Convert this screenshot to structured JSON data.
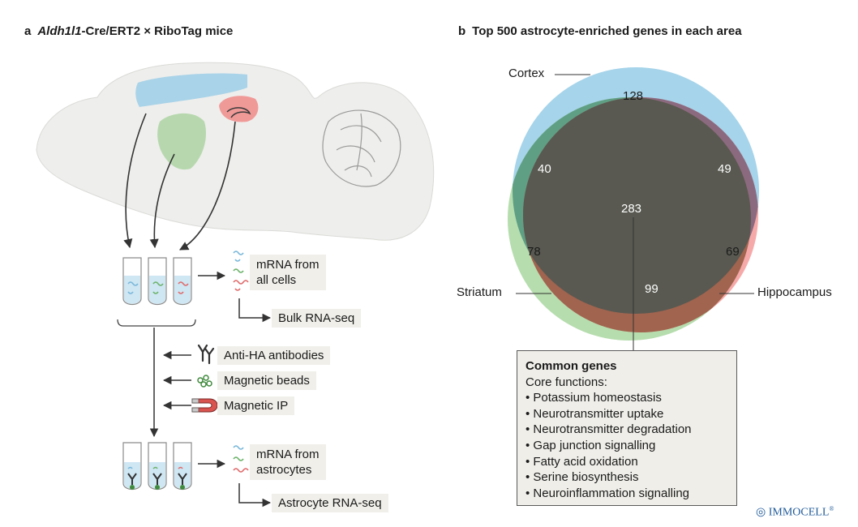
{
  "panel_a": {
    "letter": "a",
    "title_italic": "Aldh1l1",
    "title_rest": "-Cre/ERT2 × RiboTag mice",
    "mrna_all_line1": "mRNA from",
    "mrna_all_line2": "all cells",
    "bulk": "Bulk RNA-seq",
    "anti_ha": "Anti-HA antibodies",
    "beads": "Magnetic beads",
    "ip": "Magnetic IP",
    "mrna_astro_line1": "mRNA from",
    "mrna_astro_line2": "astrocytes",
    "astro_seq": "Astrocyte RNA-seq",
    "colors": {
      "cortex": "#a9d3e8",
      "striatum": "#b7d8ae",
      "hippocampus": "#f09a98",
      "brain": "#efefed"
    }
  },
  "panel_b": {
    "letter": "b",
    "title": "Top 500 astrocyte-enriched genes in each area",
    "labels": {
      "cortex": "Cortex",
      "striatum": "Striatum",
      "hippocampus": "Hippocampus"
    },
    "counts": {
      "cortex_only": "128",
      "striatum_only": "78",
      "hippocampus_only": "69",
      "cortex_striatum": "40",
      "cortex_hippocampus": "49",
      "striatum_hippocampus": "99",
      "all_three": "283"
    },
    "colors": {
      "cortex": "#a6d4ea",
      "striatum": "#a9d7a0",
      "hippocampus": "#f29291"
    },
    "common": {
      "heading": "Common genes",
      "subheading": "Core functions:",
      "items": [
        "Potassium homeostasis",
        "Neurotransmitter uptake",
        "Neurotransmitter degradation",
        "Gap junction signalling",
        "Fatty acid oxidation",
        "Serine biosynthesis",
        "Neuroinflammation signalling"
      ]
    }
  },
  "logo": {
    "text": "IMMOCELL",
    "mark": "®"
  }
}
